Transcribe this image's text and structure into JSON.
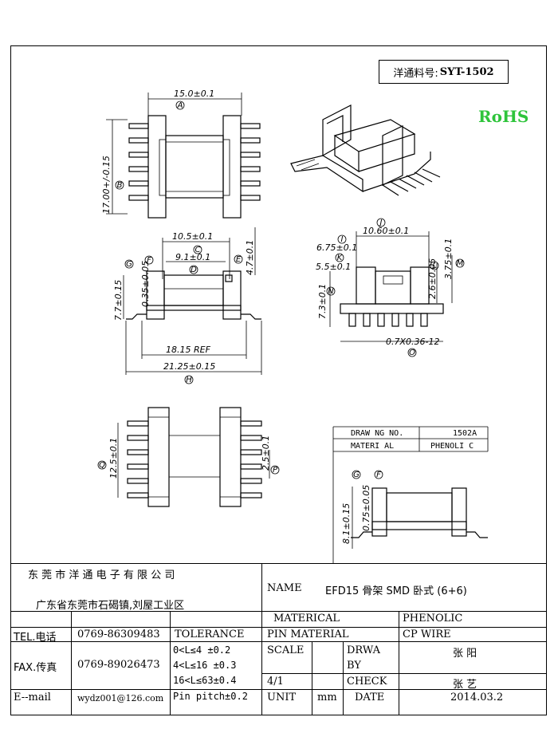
{
  "part_number": {
    "label": "洋通料号:",
    "value": "SYT-1502"
  },
  "rohs": "RoHS",
  "dimensions": {
    "A": "15.0±0.1",
    "B": "17.00+/-0.15",
    "C": "10.5±0.1",
    "D": "9.1±0.1",
    "E": "4.7±0.1",
    "F": "0.35±0.05",
    "G": "7.7±0.15",
    "H": "21.25±0.15",
    "ref": "18.15 REF",
    "J": "10.60±0.1",
    "K": "6.75±0.1",
    "L": "5.5±0.1",
    "M": "2.6±0.05",
    "N": "3.75±0.1",
    "O": "7.3±0.1",
    "P": "0.7X0.36-12",
    "Q": "12.5±0.1",
    "R": "2.5±0.1",
    "S": "0.75±0.05",
    "T": "8.1±0.15"
  },
  "callouts": {
    "A": "A",
    "B": "B",
    "C": "C",
    "D": "D",
    "E": "E",
    "F": "F",
    "G": "G",
    "H": "H",
    "I": "I",
    "J": "J",
    "K": "K",
    "L": "L",
    "M": "M",
    "N": "N",
    "O": "O",
    "P": "P",
    "Q": "Q"
  },
  "sub_table": {
    "drawing_label": "DRAW NG NO.",
    "drawing_value": "1502A",
    "material_label": "MATERI AL",
    "material_value": "PHENOLI C"
  },
  "title_block": {
    "company": "东 莞 市 洋 通 电 子 有 限 公 司",
    "address": "广东省东莞市石碣镇,刘屋工业区",
    "name_label": "NAME",
    "name_value": "EFD15  骨架 SMD 卧式  (6+6)",
    "tel_label": "TEL.电话",
    "tel_value": "0769-86309483",
    "fax_label": "FAX.传真",
    "fax_value": "0769-89026473",
    "email_label": "E--mail",
    "email_value": "wydz001@126.com",
    "tolerance_label": "TOLERANCE",
    "tol_1": "0<L≤4   ±0.2",
    "tol_2": "4<L≤16  ±0.3",
    "tol_3": "16<L≤63±0.4",
    "tol_4": "Pin pitch±0.2",
    "material_label": "MATERICAL",
    "material_value": "PHENOLIC",
    "pin_material_label": "PIN MATERIAL",
    "pin_material_value": "CP WIRE",
    "scale_label": "SCALE",
    "scale_value": "4/1",
    "drawn_label": "DRWA",
    "drawn_label2": "BY",
    "drawn_value": "张 阳",
    "check_label": "CHECK",
    "check_value": "张 艺",
    "unit_label": "UNIT",
    "unit_value": "mm",
    "date_label": "DATE",
    "date_value": "2014.03.2"
  }
}
